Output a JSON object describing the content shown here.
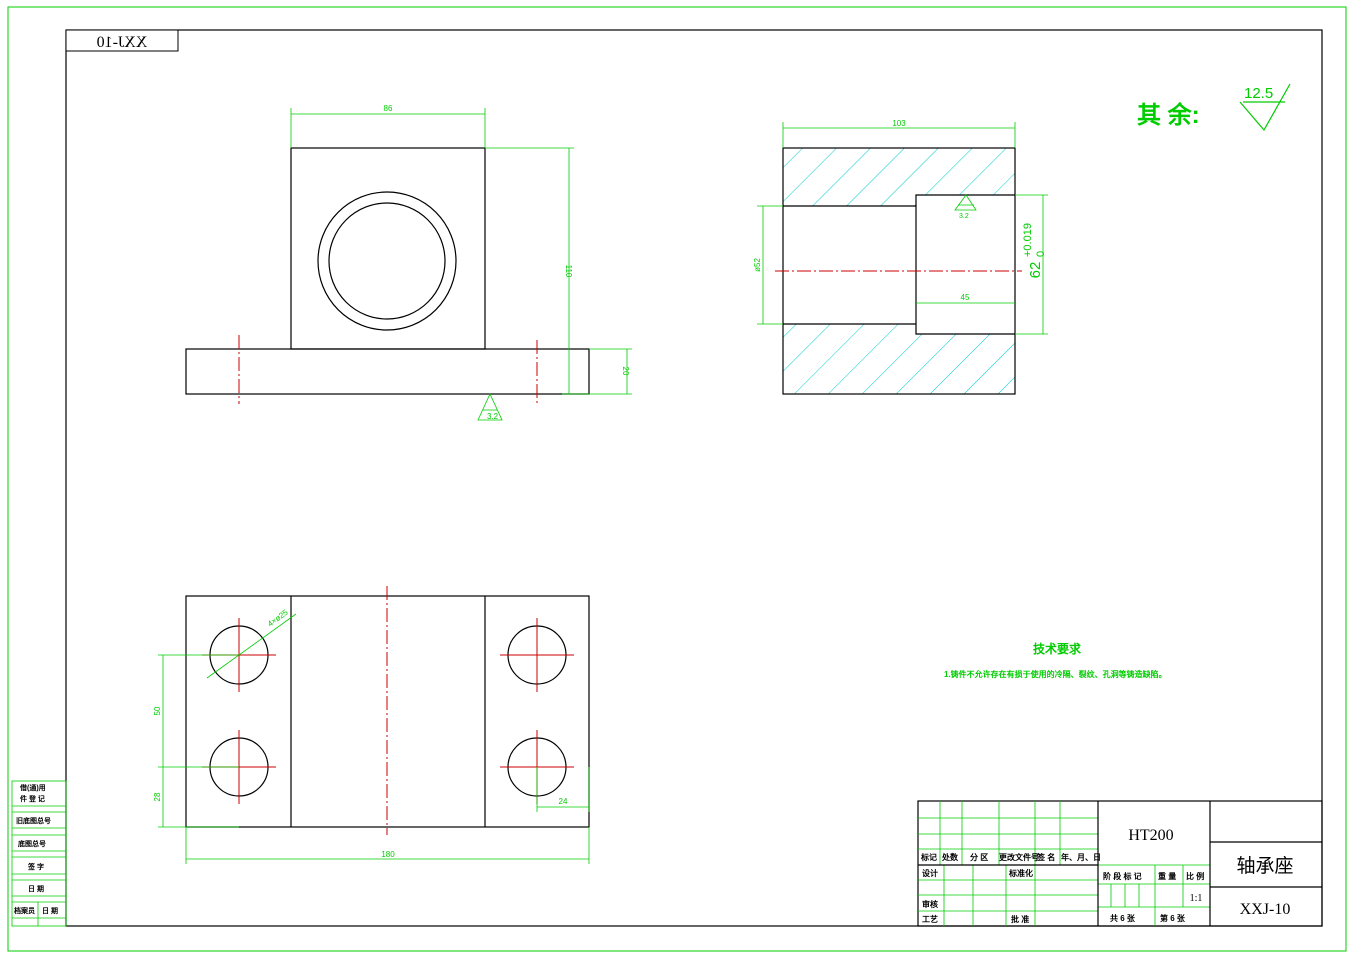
{
  "drawing_code_mirrored": "XXJ-10",
  "roughness_note": {
    "label": "其 余:",
    "value": "12.5"
  },
  "front_view": {
    "dims": {
      "width": "86",
      "height": "110",
      "base_height": "20"
    },
    "roughness": "3.2"
  },
  "section_view": {
    "dims": {
      "length": "103",
      "bore_small": "ø52",
      "bore_large": "62",
      "tolerance_upper": "+0.019",
      "tolerance_lower": "0",
      "depth": "45"
    },
    "roughness": "3.2"
  },
  "top_view": {
    "dims": {
      "total_length": "180",
      "spacing": "50",
      "edge_offset": "28",
      "side_offset": "24",
      "hole_callout": "4×ø25"
    }
  },
  "tech_requirements": {
    "title": "技术要求",
    "item1": "1.铸件不允许存在有损于使用的冷隔、裂纹、孔洞等铸造缺陷。"
  },
  "left_strip": {
    "row1a": "借(通)用",
    "row1b": "件 登 记",
    "row2": "旧底图总号",
    "row3": "底图总号",
    "row4": "签 字",
    "row5": "日 期",
    "row6a": "档案员",
    "row6b": "日 期"
  },
  "title_block": {
    "material": "HT200",
    "part_name": "轴承座",
    "drawing_number": "XXJ-10",
    "hdr_mark": "标记",
    "hdr_count": "处数",
    "hdr_zone": "分 区",
    "hdr_change_doc": "更改文件号",
    "hdr_signature": "签 名",
    "hdr_date": "年、月、日",
    "row_design": "设计",
    "row_standardize": "标准化",
    "row_check": "审核",
    "row_process": "工艺",
    "row_approve": "批 准",
    "stage_mark": "阶 段 标 记",
    "weight": "重 量",
    "scale_label": "比 例",
    "scale": "1:1",
    "sheets_total": "共 6 张",
    "sheet_no": "第 6 张"
  },
  "colors": {
    "frame": "#00cc00",
    "outline": "#000000",
    "dimension": "#00cc00",
    "centerline": "#cc0000",
    "hatch": "#00cccc"
  }
}
